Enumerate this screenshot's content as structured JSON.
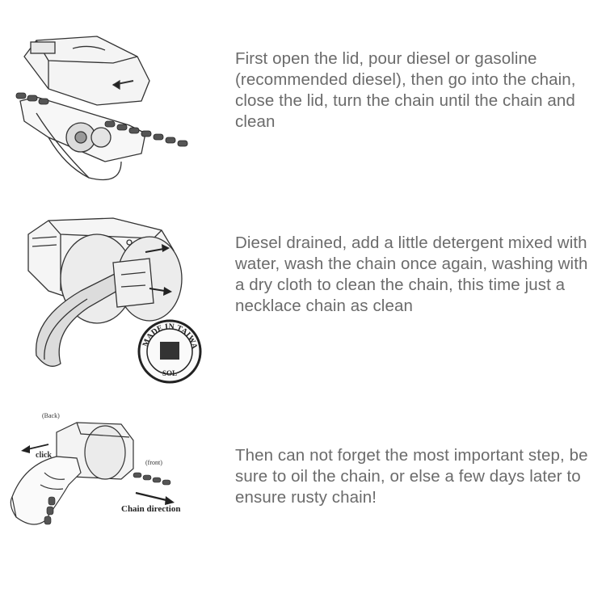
{
  "steps": [
    {
      "text": "First open the lid, pour diesel or gasoline (recommended diesel), then go into the chain, close the lid, turn the chain until the chain and clean"
    },
    {
      "text": "Diesel drained, add a little detergent mixed with water, wash the chain once again, washing with a dry cloth to clean the chain, this time just a necklace chain as clean",
      "stamp_text": "MADE IN TAIWAN",
      "stamp_tail": "SOL"
    },
    {
      "text": "Then can not forget the most important step, be sure to oil the chain, or else a few days later to ensure rusty chain!",
      "labels": {
        "back": "(Back)",
        "click": "click",
        "front": "(front)",
        "direction": "Chain direction"
      }
    }
  ]
}
